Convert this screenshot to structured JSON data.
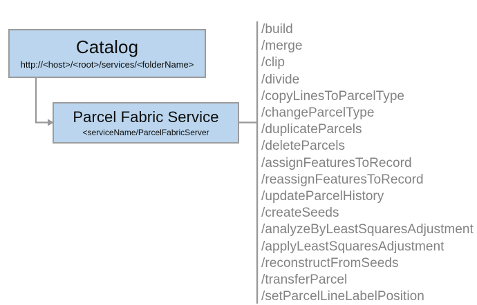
{
  "diagram": {
    "type": "architecture-diagram",
    "nodes": [
      {
        "id": "catalog",
        "title": "Catalog",
        "subtitle": "http://<host>/<root>/services/<folderName>"
      },
      {
        "id": "parcel-fabric-service",
        "title": "Parcel Fabric Service",
        "subtitle": "<serviceName/ParcelFabricServer"
      }
    ],
    "colors": {
      "node_fill": "#bad5ed",
      "node_border": "#9c9c9c",
      "connector": "#999999",
      "divider": "#9a9a9a",
      "operation_text": "#828282",
      "node_text": "#0d0d0d",
      "background": "#ffffff"
    },
    "operations": [
      "/build",
      "/merge",
      "/clip",
      "/divide",
      "/copyLinesToParcelType",
      "/changeParcelType",
      "/duplicateParcels",
      "/deleteParcels",
      "/assignFeaturesToRecord",
      "/reassignFeaturesToRecord",
      "/updateParcelHistory",
      "/createSeeds",
      "/analyzeByLeastSquaresAdjustment",
      "/applyLeastSquaresAdjustment",
      "/reconstructFromSeeds",
      "/transferParcel",
      "/setParcelLineLabelPosition"
    ]
  }
}
